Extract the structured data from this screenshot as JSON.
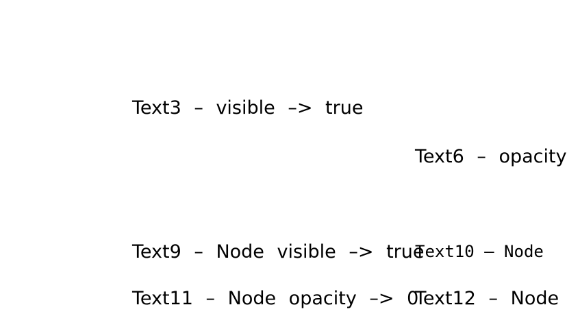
{
  "page": {
    "background_color": "#ffffff",
    "text_color": "#000000"
  },
  "texts": {
    "text3": {
      "label": "Text3 – visible –> true"
    },
    "text6": {
      "label": "Text6 – opacity"
    },
    "text9": {
      "label": "Text9 – Node visible –> true"
    },
    "text10": {
      "label": "Text10 – Node"
    },
    "text11": {
      "label": "Text11 – Node opacity –> 0"
    },
    "text12": {
      "label": "Text12 – Node"
    }
  }
}
